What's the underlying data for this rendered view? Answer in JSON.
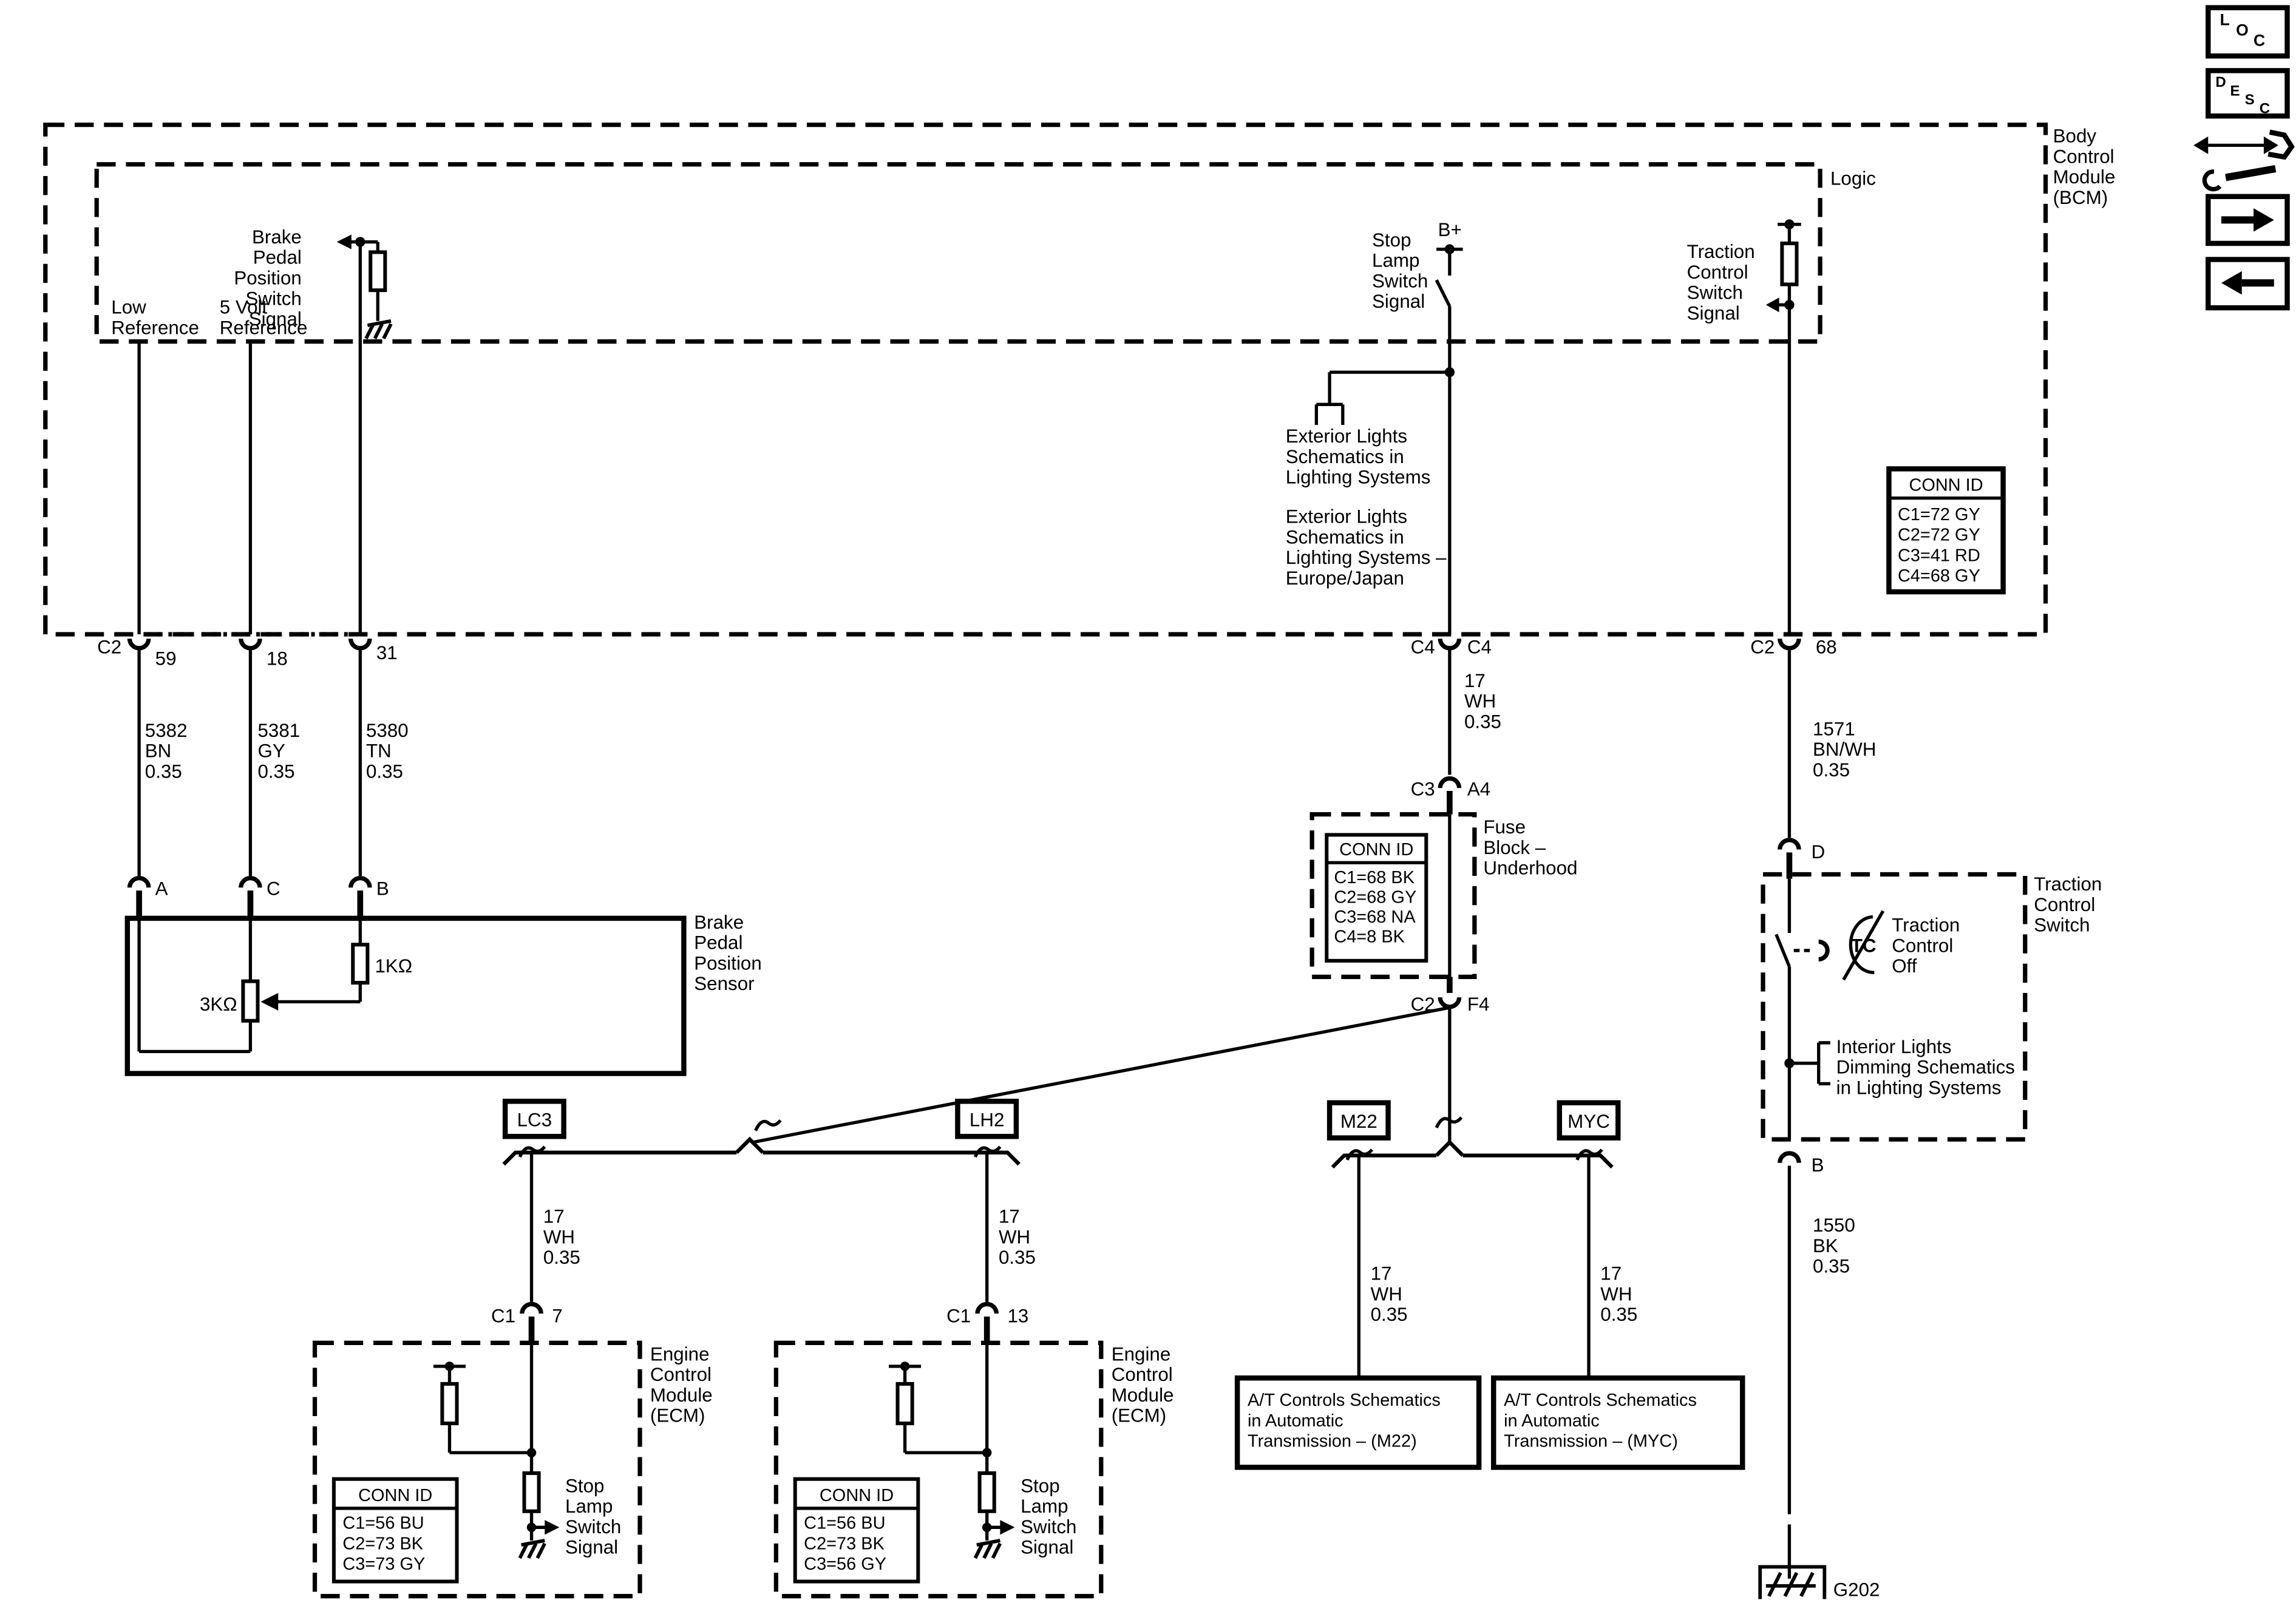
{
  "bcm": {
    "name_lines": [
      "Body",
      "Control",
      "Module",
      "(BCM)"
    ],
    "logic_label": "Logic",
    "low_reference": [
      "Low",
      "Reference"
    ],
    "five_volt_reference": [
      "5 Volt",
      "Reference"
    ],
    "brake_pedal_signal": [
      "Brake",
      "Pedal",
      "Position",
      "Switch",
      "Signal"
    ],
    "stop_lamp_signal": [
      "Stop",
      "Lamp",
      "Switch",
      "Signal"
    ],
    "b_plus": "B+",
    "traction_signal": [
      "Traction",
      "Control",
      "Switch",
      "Signal"
    ],
    "conn_id": {
      "title": "CONN ID",
      "rows": [
        "C1=72 GY",
        "C2=72 GY",
        "C3=41 RD",
        "C4=68 GY"
      ]
    },
    "pins": {
      "c2": "C2",
      "p59": "59",
      "p18": "18",
      "p31": "31",
      "c4_left": "C4",
      "c4_right": "C4",
      "c2_right": "C2",
      "p68": "68"
    }
  },
  "references": {
    "exterior_lights": [
      "Exterior Lights",
      "Schematics in",
      "Lighting Systems"
    ],
    "exterior_lights_europe": [
      "Exterior Lights",
      "Schematics in",
      "Lighting Systems –",
      "Europe/Japan"
    ],
    "interior_lights": [
      "Interior Lights",
      "Dimming Schematics",
      "in Lighting Systems"
    ],
    "at_m22": [
      "A/T Controls Schematics",
      "in Automatic",
      "Transmission – (M22)"
    ],
    "at_myc": [
      "A/T Controls Schematics",
      "in Automatic",
      "Transmission – (MYC)"
    ]
  },
  "wires": {
    "w5382": [
      "5382",
      "BN",
      "0.35"
    ],
    "w5381": [
      "5381",
      "GY",
      "0.35"
    ],
    "w5380": [
      "5380",
      "TN",
      "0.35"
    ],
    "w17_fuse": [
      "17",
      "WH",
      "0.35"
    ],
    "w1571": [
      "1571",
      "BN/WH",
      "0.35"
    ],
    "w17_lc3": [
      "17",
      "WH",
      "0.35"
    ],
    "w17_lh2": [
      "17",
      "WH",
      "0.35"
    ],
    "w17_m22": [
      "17",
      "WH",
      "0.35"
    ],
    "w17_myc": [
      "17",
      "WH",
      "0.35"
    ],
    "w1550": [
      "1550",
      "BK",
      "0.35"
    ]
  },
  "fuse_block": {
    "label": [
      "Fuse",
      "Block –",
      "Underhood"
    ],
    "conn_id": {
      "title": "CONN ID",
      "rows": [
        "C1=68 BK",
        "C2=68 GY",
        "C3=68 NA",
        "C4=8 BK"
      ]
    },
    "pins": {
      "c3": "C3",
      "a4": "A4",
      "c2": "C2",
      "f4": "F4"
    }
  },
  "sensor": {
    "label": [
      "Brake",
      "Pedal",
      "Position",
      "Sensor"
    ],
    "pin_a": "A",
    "pin_c": "C",
    "pin_b": "B",
    "r3k": "3KΩ",
    "r1k": "1KΩ"
  },
  "splices": {
    "lc3": "LC3",
    "lh2": "LH2",
    "m22": "M22",
    "myc": "MYC"
  },
  "ecm1": {
    "label": [
      "Engine",
      "Control",
      "Module",
      "(ECM)"
    ],
    "conn_id": {
      "title": "CONN ID",
      "rows": [
        "C1=56 BU",
        "C2=73 BK",
        "C3=73 GY"
      ]
    },
    "pin_c1": "C1",
    "pin_no": "7",
    "stop_lamp": [
      "Stop",
      "Lamp",
      "Switch",
      "Signal"
    ]
  },
  "ecm2": {
    "label": [
      "Engine",
      "Control",
      "Module",
      "(ECM)"
    ],
    "conn_id": {
      "title": "CONN ID",
      "rows": [
        "C1=56 BU",
        "C2=73 BK",
        "C3=56 GY"
      ]
    },
    "pin_c1": "C1",
    "pin_no": "13",
    "stop_lamp": [
      "Stop",
      "Lamp",
      "Switch",
      "Signal"
    ]
  },
  "tcs": {
    "label": [
      "Traction",
      "Control",
      "Switch"
    ],
    "tc_off": [
      "Traction",
      "Control",
      "Off"
    ],
    "tc_icon": "TC",
    "pin_d": "D",
    "pin_b": "B"
  },
  "ground": {
    "g202": "G202"
  },
  "nav_icons": {
    "loc_letters": [
      "L",
      "O",
      "C"
    ],
    "desc_letters": [
      "D",
      "E",
      "S",
      "C"
    ]
  }
}
